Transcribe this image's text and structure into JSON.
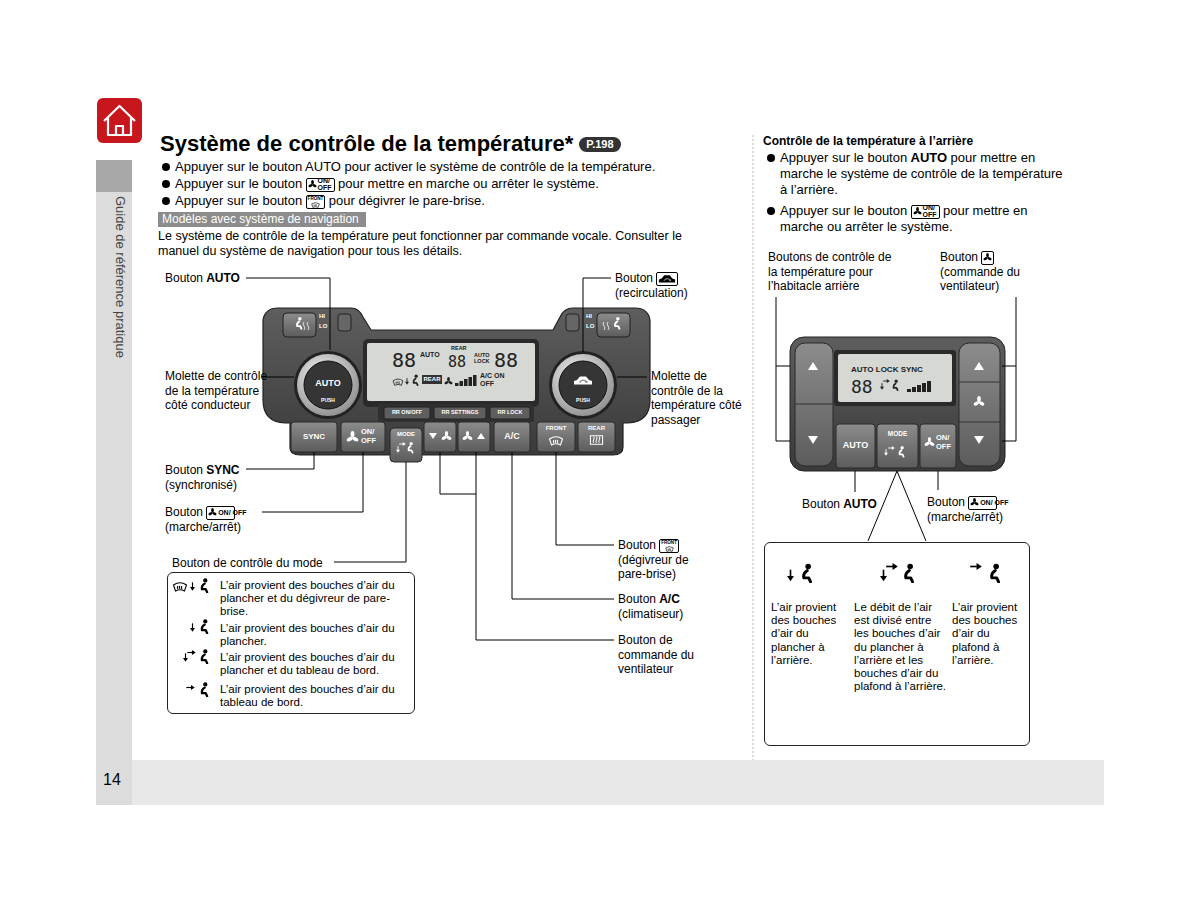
{
  "diagram": {
    "title": "Système de contrôle de la température*",
    "nodes": [
      {
        "text": [
          "HI",
          "LO",
          "HI",
          "LO"
        ]
      },
      {
        "text": [
          "AUTO",
          "PUSH"
        ],
        "in": 0
      },
      {
        "text": [
          "PUSH"
        ],
        "in": 0
      },
      {
        "text": [
          "88",
          "AUTO",
          "REAR",
          "88",
          "AUTO LOCK",
          "88",
          "REAR",
          "A/C ON OFF"
        ],
        "in": 0
      },
      {
        "text": [
          "RR ON/OFF"
        ],
        "in": 0
      },
      {
        "text": [
          "RR SETTINGS"
        ],
        "in": 0
      },
      {
        "text": [
          "RR LOCK"
        ],
        "in": 0
      },
      {
        "text": [
          "SYNC"
        ],
        "in": 0
      },
      {
        "text": [
          "ON/ OFF"
        ],
        "in": 0
      },
      {
        "text": [
          "MODE"
        ],
        "in": 0
      },
      {
        "text": [
          "A/C"
        ],
        "in": 0
      },
      {
        "text": [
          "FRONT"
        ],
        "in": 0
      },
      {
        "text": [
          "REAR"
        ],
        "in": 0
      },
      {
        "text": [
          "L’air provient des bouches d’air du plancher et du dégivreur de pare-brise.",
          "L’air provient des bouches d’air du plancher.",
          "L’air provient des bouches d’air du plancher et du tableau de bord.",
          "L’air provient des bouches d’air du tableau de bord."
        ]
      },
      {
        "text": [
          "AUTO LOCK SYNC",
          "88"
        ]
      },
      {
        "text": [
          "AUTO"
        ]
      },
      {
        "text": [
          "MODE"
        ]
      },
      {
        "text": [
          "ON/ OFF"
        ]
      },
      {
        "text": [
          "L’air provient des bouches d’air du plancher à l’arrière.",
          "Le débit de l’air est divisé entre les bouches d’air du plancher à l’arrière et les bouches d’air du plafond à l’arrière.",
          "L’air provient des bouches d’air du plafond à l’arrière."
        ]
      }
    ],
    "labels": [
      "Guide de référence pratique",
      "14",
      "P.198",
      "Appuyer sur le bouton AUTO pour activer le système de contrôle de la température.",
      "Appuyer sur le bouton",
      "ON/ OFF",
      "pour mettre en marche ou arrêter le système.",
      "Appuyer sur le bouton",
      "FRONT",
      "pour dégivrer le pare-brise.",
      "Modèles avec système de navigation",
      "Le système de contrôle de la température peut fonctionner par commande vocale. Consulter le manuel du système de navigation pour tous les détails.",
      "Bouton",
      "AUTO",
      "Molette de contrôle de la température côté conducteur",
      "Bouton",
      "SYNC",
      "(synchronisé)",
      "Bouton",
      "ON/ OFF",
      "(marche/arrêt)",
      "Bouton de contrôle du mode",
      "Bouton",
      "(recirculation)",
      "Molette de contrôle de la température côté passager",
      "Bouton",
      "FRONT",
      "(dégivreur de pare-brise)",
      "Bouton",
      "A/C",
      "(climatiseur)",
      "Bouton de commande du ventilateur",
      "Contrôle de la température à l’arrière",
      "Appuyer sur le bouton",
      "AUTO",
      "pour mettre en marche le système de contrôle de la température à l’arrière.",
      "Appuyer sur le bouton",
      "ON/ OFF",
      "pour mettre en marche ou arrêter le système.",
      "Boutons de contrôle de la température pour l’habitacle arrière",
      "Bouton",
      "(commande du ventilateur)",
      "Bouton",
      "AUTO",
      "Bouton",
      "ON/ OFF",
      "(marche/arrêt)"
    ]
  }
}
